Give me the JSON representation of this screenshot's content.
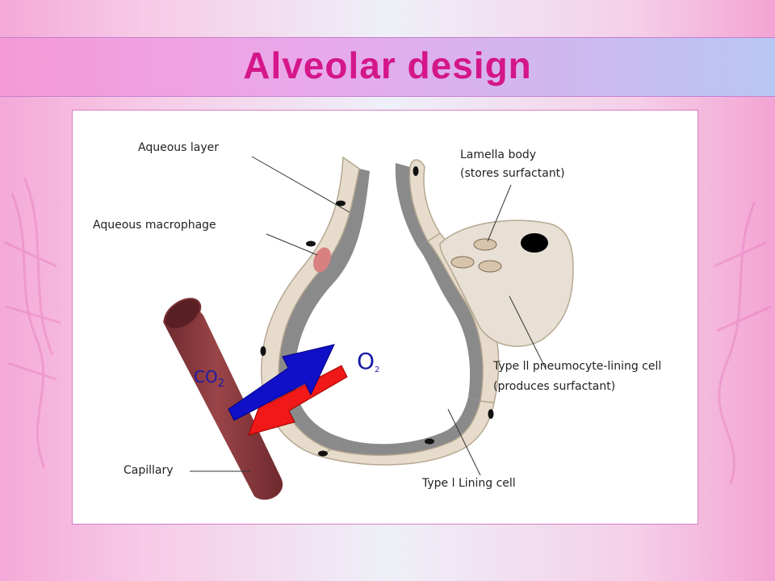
{
  "title": "Alveolar design",
  "labels": {
    "aqueous_layer": "Aqueous layer",
    "aqueous_macrophage": "Aqueous macrophage",
    "lamella_body_line1": "Lamella body",
    "lamella_body_line2": "(stores surfactant)",
    "type2_line1": "Type ll pneumocyte-lining cell",
    "type2_line2": "(produces surfactant)",
    "type1": "Type l Lining cell",
    "capillary": "Capillary"
  },
  "gases": {
    "co2_main": "CO",
    "co2_sub": "2",
    "o2_main": "O",
    "o2_sub": "2"
  },
  "colors": {
    "title": "#d4168a",
    "wall_light": "#e7dccb",
    "wall_dark": "#8a8a8a",
    "capillary": "#8c3a3e",
    "o2_arrow": "#1010c8",
    "co2_arrow": "#f01818",
    "macrophage": "#d98080"
  }
}
